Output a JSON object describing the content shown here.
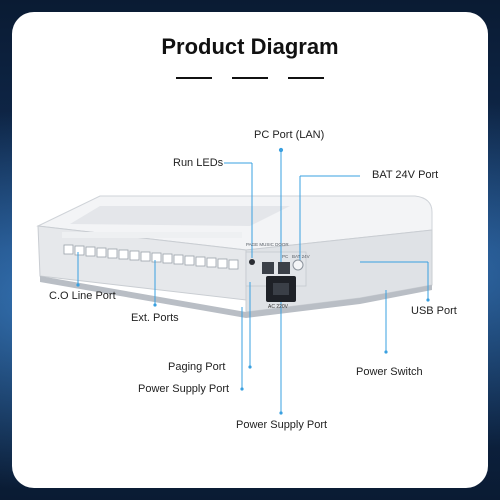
{
  "title": "Product Diagram",
  "labels": {
    "pc_port": "PC Port (LAN)",
    "run_leds": "Run LEDs",
    "bat_port": "BAT 24V Port",
    "co_line_port": "C.O Line Port",
    "ext_ports": "Ext. Ports",
    "usb_port": "USB Port",
    "paging_port": "Paging Port",
    "power_switch": "Power Switch",
    "power_supply_port_1": "Power Supply Port",
    "power_supply_port_2": "Power Supply Port"
  },
  "device": {
    "panel_text": "PAGE MUSIC DOOR",
    "pc_text": "PC",
    "bat_text": "BAT 24V",
    "ac_text": "AC 220V"
  },
  "colors": {
    "leader_line": "#3aa0e0",
    "background": "#0b1f3a",
    "device_body": "#e9ebee"
  }
}
